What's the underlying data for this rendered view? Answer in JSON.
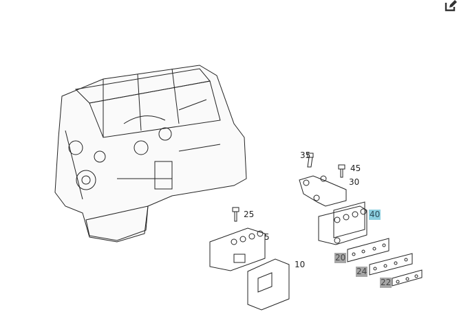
{
  "toolbar": {
    "edit_icon": "edit-icon"
  },
  "colors": {
    "highlight_selected": "#8ccfe0",
    "highlight_other": "#a6a6a6",
    "line": "#222222"
  },
  "callouts": {
    "c35": "35",
    "c45": "45",
    "c30": "30",
    "c40": "40",
    "c25": "25",
    "c5": "5",
    "c10": "10",
    "c20": "20",
    "c24": "24",
    "c22": "22"
  }
}
